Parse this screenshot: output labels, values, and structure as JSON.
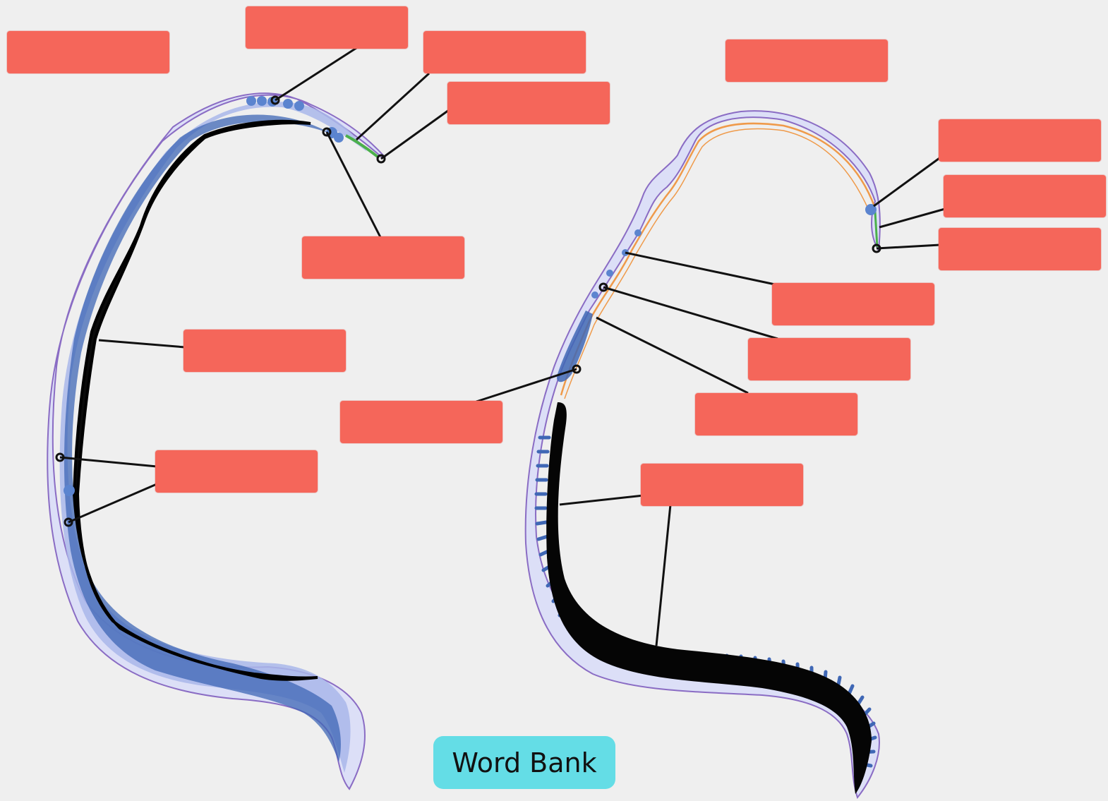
{
  "colors": {
    "background": "#efefef",
    "label_box": "#f5665a",
    "word_bank": "#64dde6",
    "body_fill": "#dcdff7",
    "body_outline": "#8a6cc4",
    "inner_tissue": "#3f67b5",
    "intestine": "#000000",
    "nerve_orange": "#ef9a4a",
    "stylet_green": "#4bb04b"
  },
  "labels": [
    {
      "id": "label-1",
      "text": ""
    },
    {
      "id": "label-2",
      "text": ""
    },
    {
      "id": "label-3",
      "text": ""
    },
    {
      "id": "label-4",
      "text": ""
    },
    {
      "id": "label-5",
      "text": ""
    },
    {
      "id": "label-6",
      "text": ""
    },
    {
      "id": "label-7",
      "text": ""
    },
    {
      "id": "label-8",
      "text": ""
    },
    {
      "id": "label-9",
      "text": ""
    },
    {
      "id": "label-10",
      "text": ""
    },
    {
      "id": "label-11",
      "text": ""
    },
    {
      "id": "label-12",
      "text": ""
    },
    {
      "id": "label-13",
      "text": ""
    },
    {
      "id": "label-14",
      "text": ""
    },
    {
      "id": "label-15",
      "text": ""
    },
    {
      "id": "label-16",
      "text": ""
    },
    {
      "id": "label-17",
      "text": ""
    }
  ],
  "word_bank": {
    "label": "Word Bank"
  }
}
